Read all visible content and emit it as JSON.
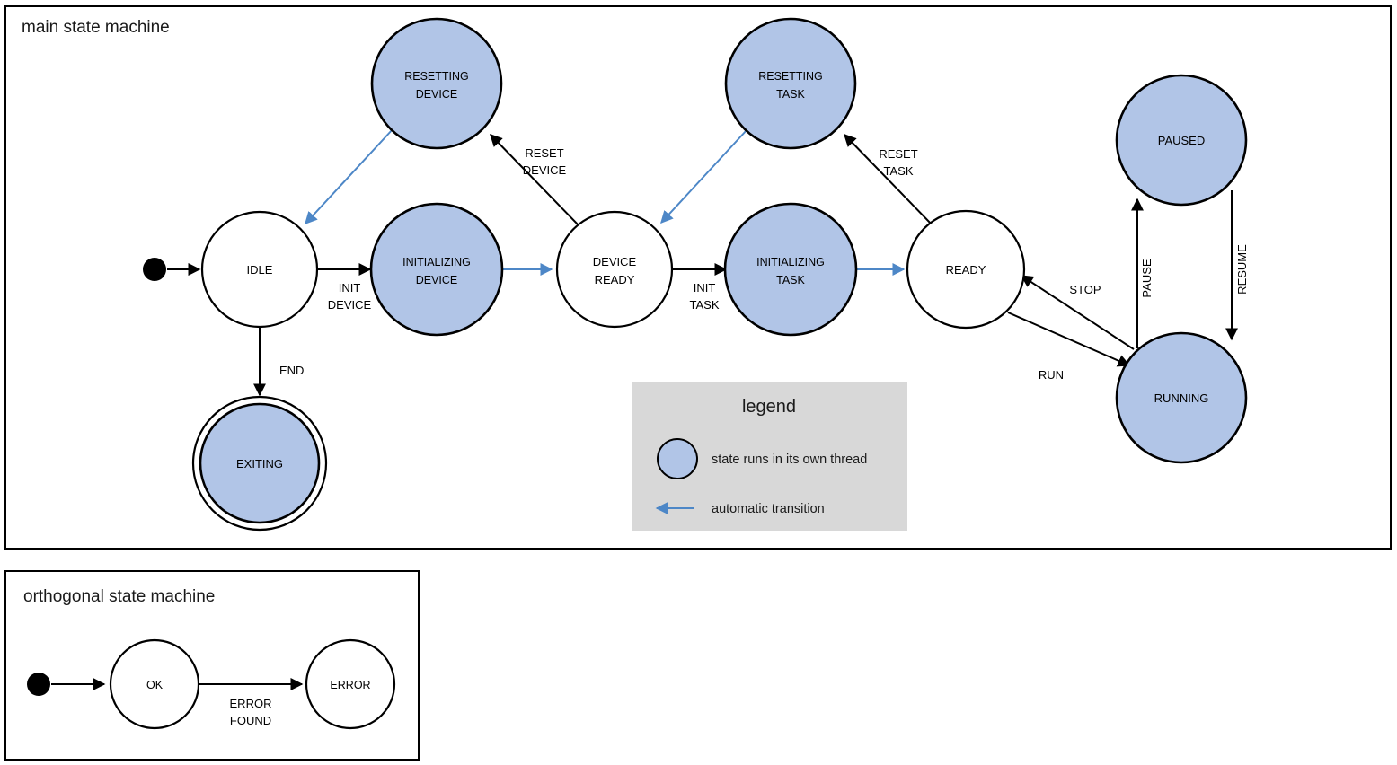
{
  "colors": {
    "thread_state_fill": "#b1c5e7",
    "node_stroke": "#000000",
    "auto_transition": "#4d87c7",
    "legend_background": "#d8d8d8",
    "frame_stroke": "#000000",
    "page_background": "#ffffff"
  },
  "main_machine": {
    "title": "main state machine",
    "states": [
      {
        "id": "idle",
        "label_line1": "IDLE",
        "label_line2": "",
        "thread": false,
        "final": false
      },
      {
        "id": "resetting-device",
        "label_line1": "RESETTING",
        "label_line2": "DEVICE",
        "thread": true,
        "final": false
      },
      {
        "id": "initializing-device",
        "label_line1": "INITIALIZING",
        "label_line2": "DEVICE",
        "thread": true,
        "final": false
      },
      {
        "id": "device-ready",
        "label_line1": "DEVICE",
        "label_line2": "READY",
        "thread": false,
        "final": false
      },
      {
        "id": "resetting-task",
        "label_line1": "RESETTING",
        "label_line2": "TASK",
        "thread": true,
        "final": false
      },
      {
        "id": "initializing-task",
        "label_line1": "INITIALIZING",
        "label_line2": "TASK",
        "thread": true,
        "final": false
      },
      {
        "id": "ready",
        "label_line1": "READY",
        "label_line2": "",
        "thread": false,
        "final": false
      },
      {
        "id": "paused",
        "label_line1": "PAUSED",
        "label_line2": "",
        "thread": true,
        "final": false
      },
      {
        "id": "running",
        "label_line1": "RUNNING",
        "label_line2": "",
        "thread": true,
        "final": false
      },
      {
        "id": "exiting",
        "label_line1": "EXITING",
        "label_line2": "",
        "thread": true,
        "final": true
      }
    ],
    "transitions": [
      {
        "id": "start-idle",
        "from": "start",
        "to": "idle",
        "label_line1": "",
        "label_line2": "",
        "automatic": false
      },
      {
        "id": "idle-initializing-device",
        "from": "idle",
        "to": "initializing-device",
        "label_line1": "INIT",
        "label_line2": "DEVICE",
        "automatic": false
      },
      {
        "id": "idle-exiting",
        "from": "idle",
        "to": "exiting",
        "label_line1": "END",
        "label_line2": "",
        "automatic": false
      },
      {
        "id": "initializing-device-ready",
        "from": "initializing-device",
        "to": "device-ready",
        "label_line1": "",
        "label_line2": "",
        "automatic": true
      },
      {
        "id": "device-ready-resetting",
        "from": "device-ready",
        "to": "resetting-device",
        "label_line1": "RESET",
        "label_line2": "DEVICE",
        "automatic": false
      },
      {
        "id": "resetting-device-idle",
        "from": "resetting-device",
        "to": "idle",
        "label_line1": "",
        "label_line2": "",
        "automatic": true
      },
      {
        "id": "device-ready-init-task",
        "from": "device-ready",
        "to": "initializing-task",
        "label_line1": "INIT",
        "label_line2": "TASK",
        "automatic": false
      },
      {
        "id": "initializing-task-ready",
        "from": "initializing-task",
        "to": "ready",
        "label_line1": "",
        "label_line2": "",
        "automatic": true
      },
      {
        "id": "ready-resetting-task",
        "from": "ready",
        "to": "resetting-task",
        "label_line1": "RESET",
        "label_line2": "TASK",
        "automatic": false
      },
      {
        "id": "resetting-task-device-ready",
        "from": "resetting-task",
        "to": "device-ready",
        "label_line1": "",
        "label_line2": "",
        "automatic": true
      },
      {
        "id": "ready-running",
        "from": "ready",
        "to": "running",
        "label_line1": "RUN",
        "label_line2": "",
        "automatic": false
      },
      {
        "id": "running-ready",
        "from": "running",
        "to": "ready",
        "label_line1": "STOP",
        "label_line2": "",
        "automatic": false
      },
      {
        "id": "running-paused",
        "from": "running",
        "to": "paused",
        "label_line1": "PAUSE",
        "label_line2": "",
        "automatic": false
      },
      {
        "id": "paused-running",
        "from": "paused",
        "to": "running",
        "label_line1": "RESUME",
        "label_line2": "",
        "automatic": false
      }
    ]
  },
  "legend": {
    "title": "legend",
    "entries": [
      {
        "id": "thread-state",
        "symbol": "blue-circle-swatch",
        "text": "state runs in its own thread"
      },
      {
        "id": "automatic-transition",
        "symbol": "blue-left-arrow",
        "text": "automatic transition"
      }
    ]
  },
  "orthogonal_machine": {
    "title": "orthogonal state machine",
    "states": [
      {
        "id": "ok",
        "label_line1": "OK",
        "label_line2": ""
      },
      {
        "id": "error",
        "label_line1": "ERROR",
        "label_line2": ""
      }
    ],
    "transitions": [
      {
        "id": "start-ok",
        "from": "start",
        "to": "ok",
        "label_line1": "",
        "label_line2": ""
      },
      {
        "id": "ok-error",
        "from": "ok",
        "to": "error",
        "label_line1": "ERROR",
        "label_line2": "FOUND"
      }
    ]
  }
}
